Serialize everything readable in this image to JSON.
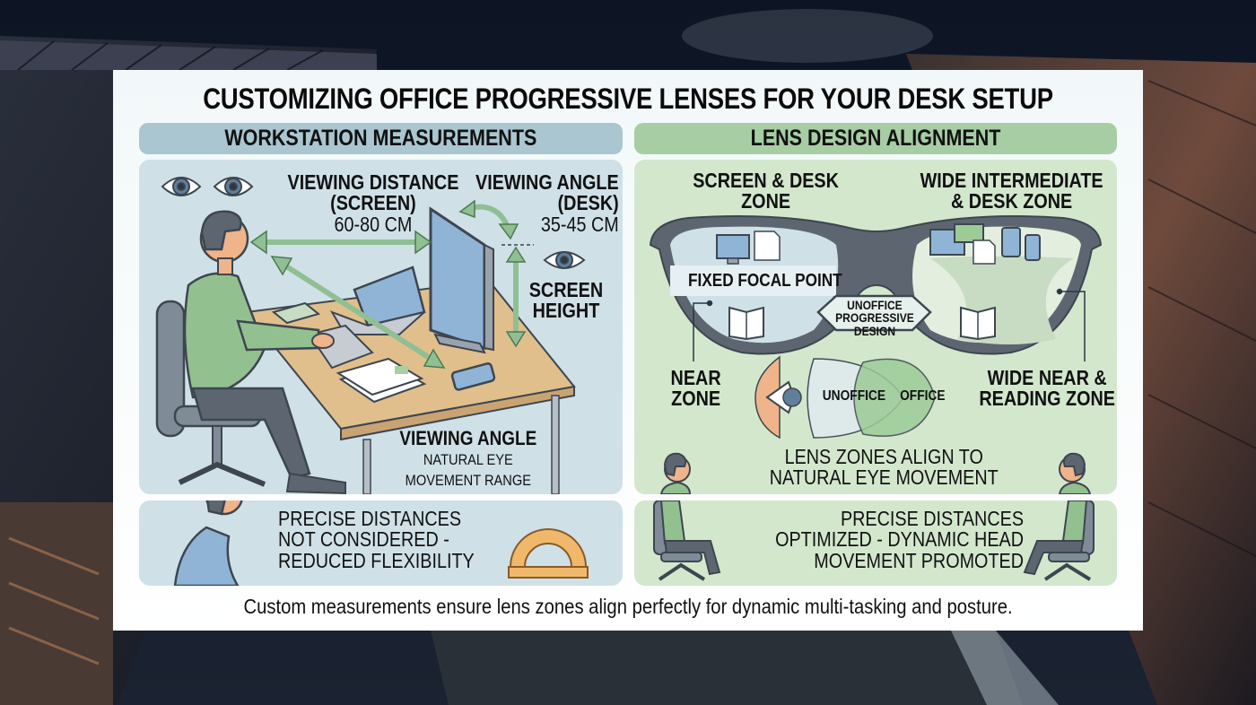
{
  "title": "CUSTOMIZING OFFICE PROGRESSIVE LENSES FOR YOUR DESK SETUP",
  "left_section": {
    "header": "WORKSTATION MEASUREMENTS",
    "viewing_distance": {
      "line1": "VIEWING DISTANCE",
      "line2": "(SCREEN)",
      "value": "60-80 CM"
    },
    "viewing_angle_desk": {
      "line1": "VIEWING ANGLE",
      "line2": "(DESK)",
      "value": "35-45 CM"
    },
    "screen_height": {
      "line1": "SCREEN",
      "line2": "HEIGHT"
    },
    "viewing_angle_natural": {
      "title": "VIEWING ANGLE",
      "line1": "NATURAL EYE",
      "line2": "MOVEMENT RANGE"
    },
    "bottom_note": {
      "line1": "PRECISE DISTANCES",
      "line2": "NOT CONSIDERED -",
      "line3": "REDUCED FLEXIBILITY"
    }
  },
  "right_section": {
    "header": "LENS DESIGN ALIGNMENT",
    "screen_desk_zone": {
      "line1": "SCREEN & DESK",
      "line2": "ZONE"
    },
    "wide_intermediate_zone": {
      "line1": "WIDE INTERMEDIATE",
      "line2": "& DESK ZONE"
    },
    "fixed_focal_point": "FIXED FOCAL POINT",
    "unoffice_design": {
      "line1": "UNOFFICE",
      "line2": "PROGRESSIVE",
      "line3": "DESIGN"
    },
    "near_zone": {
      "line1": "NEAR",
      "line2": "ZONE"
    },
    "wide_near_zone": {
      "line1": "WIDE NEAR &",
      "line2": "READING ZONE"
    },
    "eye_diagram": {
      "unoffice": "UNOFFICE",
      "office": "OFFICE"
    },
    "alignment_note": {
      "line1": "LENS ZONES ALIGN TO",
      "line2": "NATURAL EYE MOVEMENT"
    },
    "bottom_note": {
      "line1": "PRECISE DISTANCES",
      "line2": "OPTIMIZED - DYNAMIC HEAD",
      "line3": "MOVEMENT PROMOTED"
    }
  },
  "caption": "Custom measurements ensure lens zones align perfectly for dynamic multi-tasking and posture.",
  "colors": {
    "left_band": "#a9c6d1",
    "right_band": "#a7cda4",
    "left_panel": "#cfe1e7",
    "right_panel": "#d3e7cd",
    "arrow_green": "#8fbf93",
    "frame_gray": "#5d6670",
    "sweater_green": "#92c08f",
    "skin": "#f0b48a"
  }
}
